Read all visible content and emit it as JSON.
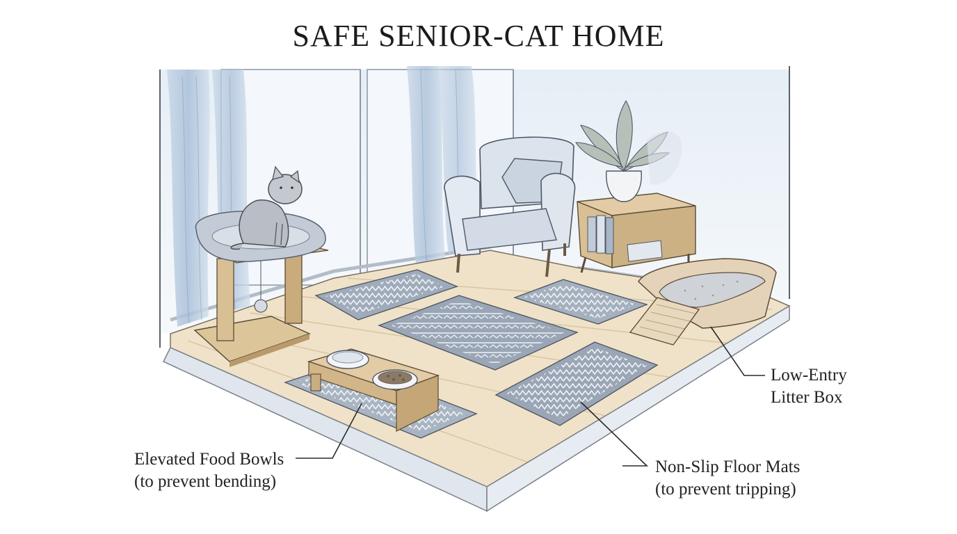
{
  "title": "SAFE SENIOR-CAT HOME",
  "callouts": {
    "food_bowls": {
      "line1": "Elevated Food Bowls",
      "line2": "(to prevent bending)"
    },
    "floor_mats": {
      "line1": "Non-Slip Floor Mats",
      "line2": "(to prevent tripping)"
    },
    "litter_box": {
      "line1": "Low-Entry",
      "line2": "Litter Box"
    }
  },
  "colors": {
    "floor": "#efe2c8",
    "floor_plank": "#d7c3a0",
    "wall": "#eef3f8",
    "curtain": "#b9cbe0",
    "mat": "#9fabba",
    "wood": "#d9bf94",
    "ink": "#3a3f48"
  }
}
